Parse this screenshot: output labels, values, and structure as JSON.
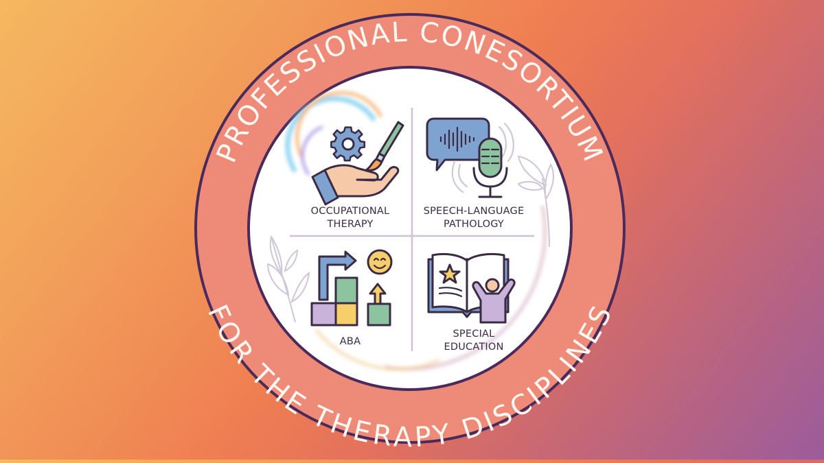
{
  "badge": {
    "top_arc_text": "PROFESSIONAL CONESORTIUM",
    "bottom_arc_text": "FOR THE THERAPY DISCIPLINES",
    "quadrants": [
      {
        "id": "occupational-therapy",
        "line1": "OCCUPATIONAL",
        "line2": "THERAPY",
        "icon": "hand-gear-paintbrush-icon"
      },
      {
        "id": "speech-language-pathology",
        "line1": "SPEECH-LANGUAGE",
        "line2": "PATHOLOGY",
        "icon": "speech-bubble-microphone-icon"
      },
      {
        "id": "aba",
        "line1": "ABA",
        "line2": "",
        "icon": "blocks-smiley-arrow-icon"
      },
      {
        "id": "special-education",
        "line1": "SPECIAL",
        "line2": "EDUCATION",
        "icon": "book-star-child-icon"
      }
    ]
  },
  "colors": {
    "bg_top_left": "#f5b860",
    "bg_mid": "#ef7e52",
    "bg_bottom_right": "#9b5c9c",
    "ring_fill": "#ee8a78",
    "ring_outline": "#4a2a5a",
    "inner_fill": "#ffffff",
    "ring_text": "#fff8f2",
    "label_text": "#3b2a44",
    "icon_blue": "#7fa3d0",
    "icon_green": "#8cc4a0",
    "icon_yellow": "#f6cf6a",
    "icon_purple": "#c9b3da",
    "icon_peach": "#f6c9a8",
    "divider": "#cfc2d6"
  }
}
